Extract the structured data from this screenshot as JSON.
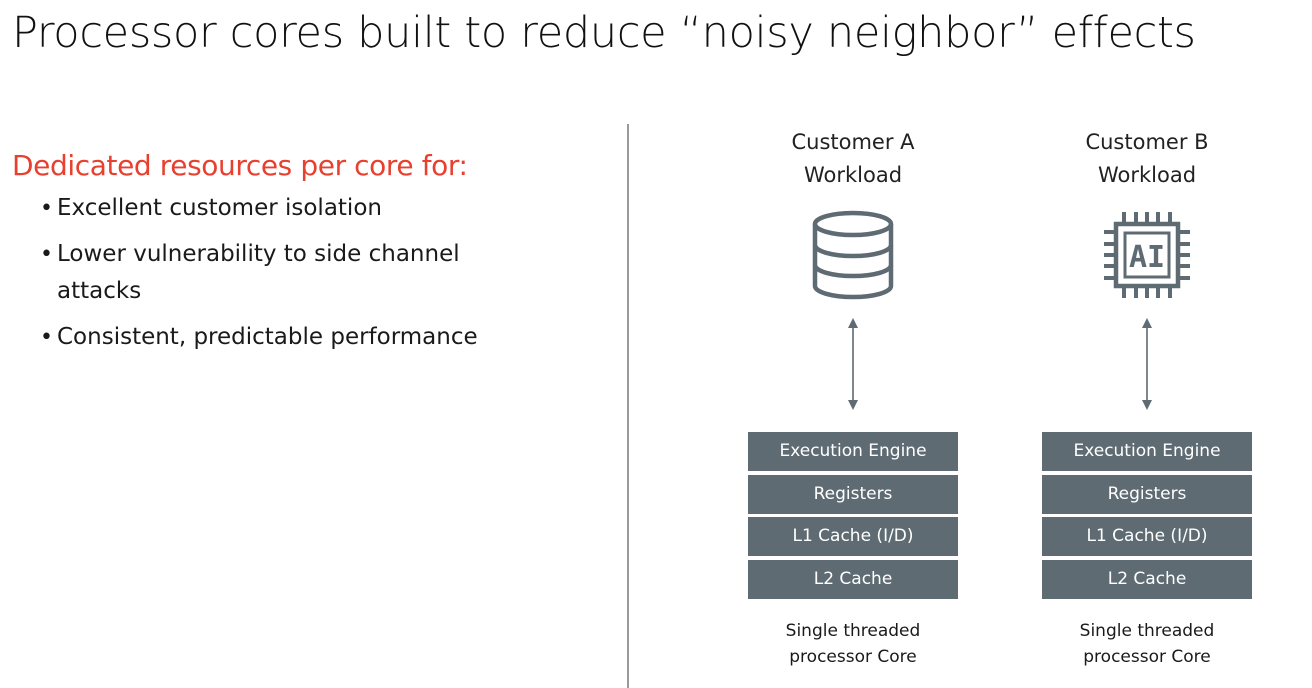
{
  "slide": {
    "title": "Processor cores built to reduce “noisy neighbor” effects"
  },
  "left": {
    "subhead": "Dedicated resources per core for:",
    "bullets": [
      "Excellent customer isolation",
      "Lower vulnerability to side channel attacks",
      "Consistent, predictable performance"
    ]
  },
  "customers": [
    {
      "title_line1": "Customer A",
      "title_line2": "Workload",
      "icon": "database-icon",
      "layers": [
        "Execution Engine",
        "Registers",
        "L1 Cache (I/D)",
        "L2 Cache"
      ],
      "caption_line1": "Single threaded",
      "caption_line2": "processor Core"
    },
    {
      "title_line1": "Customer B",
      "title_line2": "Workload",
      "icon": "ai-chip-icon",
      "icon_text": "AI",
      "layers": [
        "Execution Engine",
        "Registers",
        "L1 Cache (I/D)",
        "L2 Cache"
      ],
      "caption_line1": "Single threaded",
      "caption_line2": "processor Core"
    }
  ],
  "colors": {
    "accent": "#e8402f",
    "layer_fill": "#5f6b73",
    "icon_stroke": "#5f6b73",
    "divider": "#9a9a9a"
  }
}
